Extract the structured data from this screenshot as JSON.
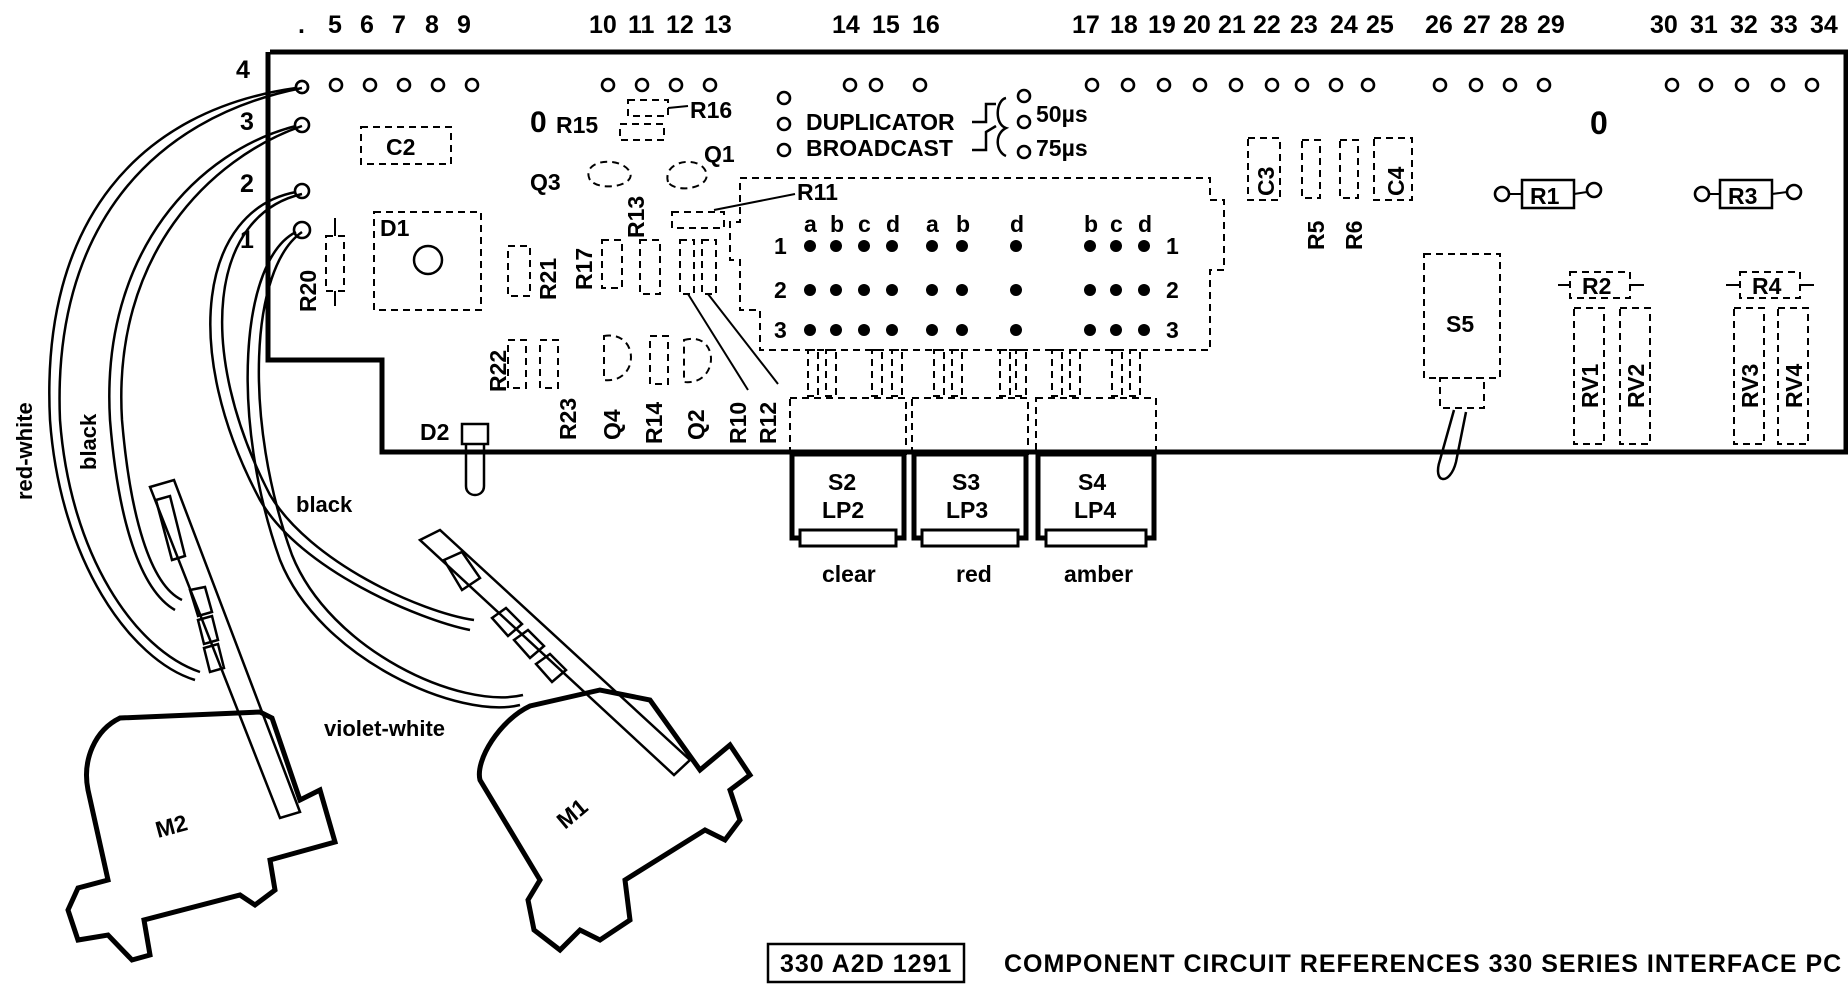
{
  "header": {
    "pin_numbers": [
      "5",
      "6",
      "7",
      "8",
      "9",
      "10",
      "11",
      "12",
      "13",
      "14",
      "15",
      "16",
      "17",
      "18",
      "19",
      "20",
      "21",
      "22",
      "23",
      "24",
      "25",
      "26",
      "27",
      "28",
      "29",
      "30",
      "31",
      "32",
      "33",
      "34"
    ]
  },
  "left_pins": [
    "4",
    "3",
    "2",
    "1"
  ],
  "components": {
    "C2": "C2",
    "D1": "D1",
    "R20": "R20",
    "R21": "R21",
    "R17": "R17",
    "R13": "R13",
    "R15": "R15",
    "R16": "R16",
    "Q3": "Q3",
    "Q1": "Q1",
    "R11": "R11",
    "R22": "R22",
    "R23": "R23",
    "Q4": "Q4",
    "R14": "R14",
    "Q2": "Q2",
    "R10": "R10",
    "R12": "R12",
    "D2": "D2",
    "C3": "C3",
    "C4": "C4",
    "R5": "R5",
    "R6": "R6",
    "R1": "R1",
    "R3": "R3",
    "R2": "R2",
    "R4": "R4",
    "S5": "S5",
    "RV1": "RV1",
    "RV2": "RV2",
    "RV3": "RV3",
    "RV4": "RV4",
    "M1": "M1",
    "M2": "M2",
    "zero_a": "0",
    "zero_b": "0"
  },
  "link_block": {
    "duplicator": "DUPLICATOR",
    "broadcast": "BROADCAST",
    "t50": "50µs",
    "t75": "75µs"
  },
  "switch_matrix": {
    "columns": [
      "a",
      "b",
      "c",
      "d",
      "a",
      "b",
      "d",
      "b",
      "c",
      "d"
    ],
    "rows": [
      "1",
      "2",
      "3"
    ]
  },
  "switches": [
    {
      "top": "S2",
      "bottom": "LP2",
      "color": "clear"
    },
    {
      "top": "S3",
      "bottom": "LP3",
      "color": "red"
    },
    {
      "top": "S4",
      "bottom": "LP4",
      "color": "amber"
    }
  ],
  "wires": {
    "red_white": "red-white",
    "black_1": "black",
    "black_2": "black",
    "violet_white": "violet-white"
  },
  "footer": {
    "drawing_number": "330 A2D 1291",
    "title": "COMPONENT CIRCUIT REFERENCES 330 SERIES INTERFACE PC"
  }
}
